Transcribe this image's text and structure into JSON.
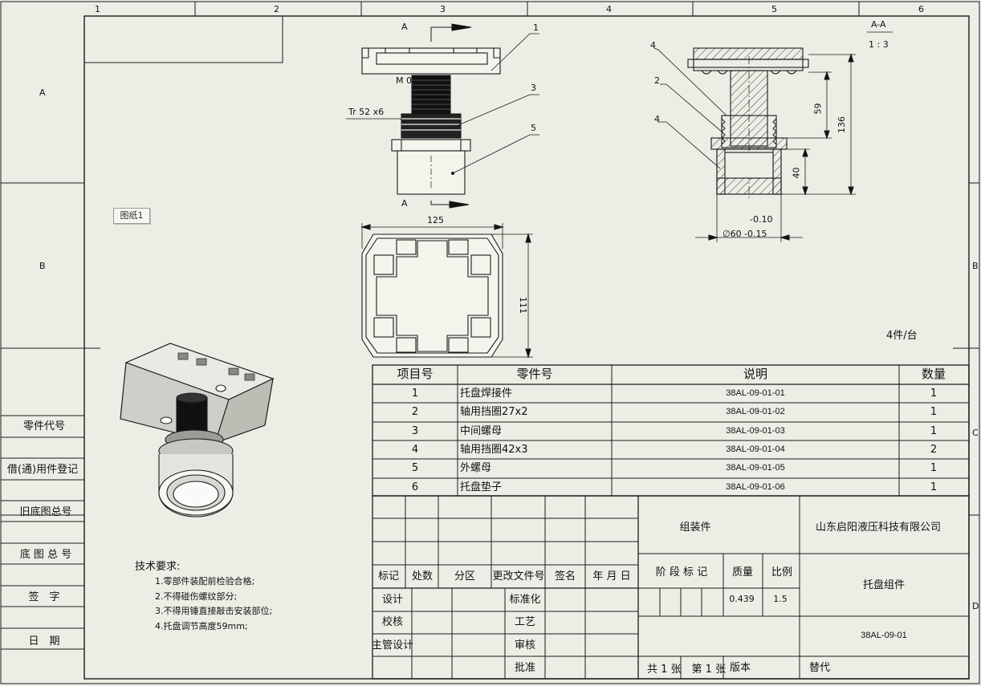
{
  "zone_columns": [
    "1",
    "2",
    "3",
    "4",
    "5",
    "6"
  ],
  "zone_rows": [
    "A",
    "B",
    "C",
    "D"
  ],
  "sheet_tab": "图纸1",
  "drawing": {
    "section_marker": "A",
    "section_title": "A-A",
    "section_scale": "1 : 3",
    "thread_label": "Tr 52 x6",
    "m_label": "M 0",
    "balloons": [
      "1",
      "3",
      "5",
      "4",
      "2",
      "4"
    ],
    "dims": {
      "width": "125",
      "height": "111",
      "h59": "59",
      "h136": "136",
      "h40": "40",
      "tol_upper": "-0.10",
      "dia": "∅60 -0.15"
    },
    "quantity_note": "4件/台"
  },
  "side_labels": [
    "零件代号",
    "借(通)用件登记",
    "旧底图总号",
    "底 图 总 号",
    "签　字",
    "日　期"
  ],
  "bom": {
    "headers": [
      "项目号",
      "零件号",
      "说明",
      "数量"
    ],
    "rows": [
      {
        "no": "1",
        "name": "托盘焊接件",
        "code": "38AL-09-01-01",
        "qty": "1"
      },
      {
        "no": "2",
        "name": "轴用挡圈27x2",
        "code": "38AL-09-01-02",
        "qty": "1"
      },
      {
        "no": "3",
        "name": "中间螺母",
        "code": "38AL-09-01-03",
        "qty": "1"
      },
      {
        "no": "4",
        "name": "轴用挡圈42x3",
        "code": "38AL-09-01-04",
        "qty": "2"
      },
      {
        "no": "5",
        "name": "外螺母",
        "code": "38AL-09-01-05",
        "qty": "1"
      },
      {
        "no": "6",
        "name": "托盘垫子",
        "code": "38AL-09-01-06",
        "qty": "1"
      }
    ]
  },
  "tech": {
    "title": "技术要求:",
    "items": [
      "1.零部件装配前检验合格;",
      "2.不得碰伤螺纹部分;",
      "3.不得用锤直接敲击安装部位;",
      "4.托盘调节高度59mm;"
    ]
  },
  "title_block": {
    "rev_headers": [
      "标记",
      "处数",
      "分区",
      "更改文件号",
      "签名",
      "年 月 日"
    ],
    "role_labels": [
      "设计",
      "校核",
      "主管设计"
    ],
    "role_labels2": [
      "标准化",
      "工艺",
      "审核",
      "批准"
    ],
    "category": "组装件",
    "company": "山东启阳液压科技有限公司",
    "stage_label": "阶 段 标 记",
    "mass_label": "质量",
    "scale_label": "比例",
    "mass_value": "0.439",
    "scale_value": "1.5",
    "part_name": "托盘组件",
    "drawing_no": "38AL-09-01",
    "sheet_info": "共 1 张　第 1 张",
    "version_label": "版本",
    "replace_label": "替代"
  }
}
